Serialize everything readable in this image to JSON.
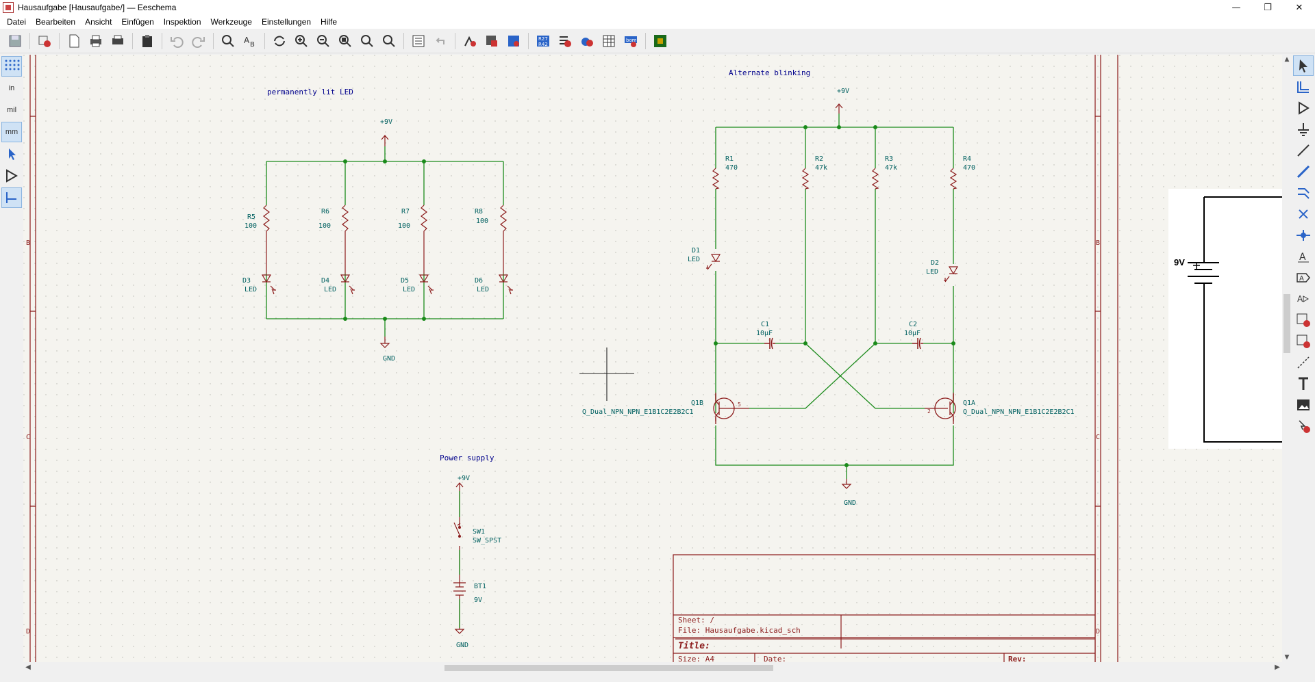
{
  "window": {
    "title": "Hausaufgabe [Hausaufgabe/] — Eeschema",
    "minimize": "—",
    "maximize": "❐",
    "close": "✕"
  },
  "menu": [
    {
      "label": "Datei"
    },
    {
      "label": "Bearbeiten"
    },
    {
      "label": "Ansicht"
    },
    {
      "label": "Einfügen"
    },
    {
      "label": "Inspektion"
    },
    {
      "label": "Werkzeuge"
    },
    {
      "label": "Einstellungen"
    },
    {
      "label": "Hilfe"
    }
  ],
  "left_toolbar": {
    "units_in": "in",
    "units_mil": "mil",
    "units_mm": "mm"
  },
  "colors": {
    "canvas_bg": "#f5f4ef",
    "wire": "#1a8a1a",
    "component": "#8b1a1a",
    "text_ref": "#006060",
    "text_note": "#00008b",
    "border": "#8b1a1a",
    "accent": "#2a64c8"
  },
  "schematic": {
    "notes": {
      "permanently_lit": "permanently lit LED",
      "alternate": "Alternate blinking",
      "power_supply": "Power supply"
    },
    "power": {
      "v9": "+9V",
      "gnd": "GND"
    },
    "left_block": {
      "resistors": [
        {
          "ref": "R5",
          "value": "100"
        },
        {
          "ref": "R6",
          "value": "100"
        },
        {
          "ref": "R7",
          "value": "100"
        },
        {
          "ref": "R8",
          "value": "100"
        }
      ],
      "leds": [
        {
          "ref": "D3",
          "value": "LED"
        },
        {
          "ref": "D4",
          "value": "LED"
        },
        {
          "ref": "D5",
          "value": "LED"
        },
        {
          "ref": "D6",
          "value": "LED"
        }
      ]
    },
    "right_block": {
      "r1": {
        "ref": "R1",
        "value": "470"
      },
      "r2": {
        "ref": "R2",
        "value": "47k"
      },
      "r3": {
        "ref": "R3",
        "value": "47k"
      },
      "r4": {
        "ref": "R4",
        "value": "470"
      },
      "d1": {
        "ref": "D1",
        "value": "LED"
      },
      "d2": {
        "ref": "D2",
        "value": "LED"
      },
      "c1": {
        "ref": "C1",
        "value": "10µF"
      },
      "c2": {
        "ref": "C2",
        "value": "10µF"
      },
      "q1b": {
        "ref": "Q1B",
        "value": "Q_Dual_NPN_NPN_E1B1C2E2B2C1"
      },
      "q1a": {
        "ref": "Q1A",
        "value": "Q_Dual_NPN_NPN_E1B1C2E2B2C1"
      },
      "pin5": "5",
      "pin2": "2"
    },
    "power_block": {
      "sw1": {
        "ref": "SW1",
        "value": "SW_SPST"
      },
      "bt1": {
        "ref": "BT1",
        "value": "9V"
      }
    },
    "border_rows": [
      "B",
      "C",
      "D"
    ],
    "title_block": {
      "sheet": "Sheet: /",
      "file": "File: Hausaufgabe.kicad_sch",
      "title": "Title:",
      "size": "Size: A4",
      "date": "Date:",
      "rev": "Rev:"
    }
  },
  "preview": {
    "label": "9V"
  }
}
